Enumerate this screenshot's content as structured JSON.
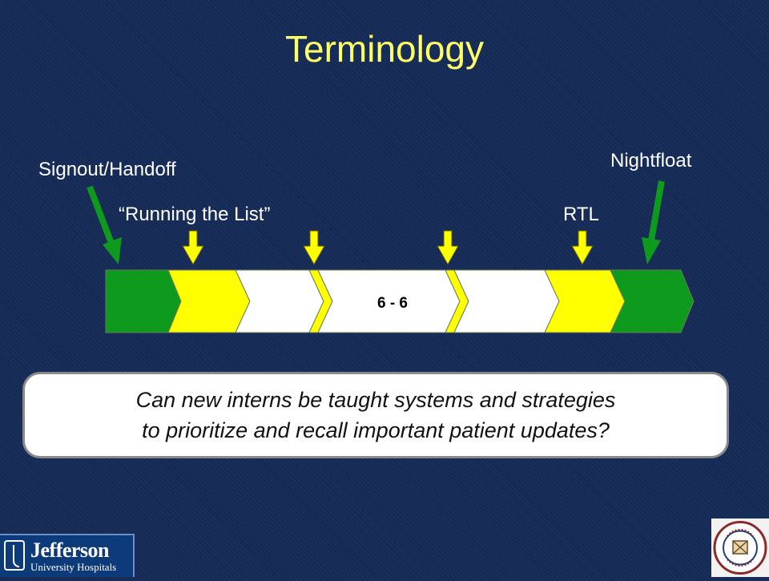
{
  "slide": {
    "title": "Terminology"
  },
  "labels": {
    "signout": "Signout/Handoff",
    "running_list": "“Running the List”",
    "nightfloat": "Nightfloat",
    "rtl": "RTL"
  },
  "timeline": {
    "center_label": "6 - 6",
    "segments": [
      "green",
      "yellow",
      "white",
      "yellow",
      "white",
      "yellow",
      "white",
      "yellow",
      "green"
    ]
  },
  "question": {
    "line1": "Can new interns be taught systems and strategies",
    "line2": "to prioritize and recall important patient updates?"
  },
  "logos": {
    "jefferson_name": "Jefferson",
    "jefferson_sub": "University Hospitals",
    "seal_text": "ASSOCIATION FOR SURGICAL EDUCATION"
  },
  "colors": {
    "background": "#152a55",
    "title": "#ffff66",
    "green": "#0e9a1c",
    "yellow": "#ffff00",
    "white": "#ffffff"
  }
}
